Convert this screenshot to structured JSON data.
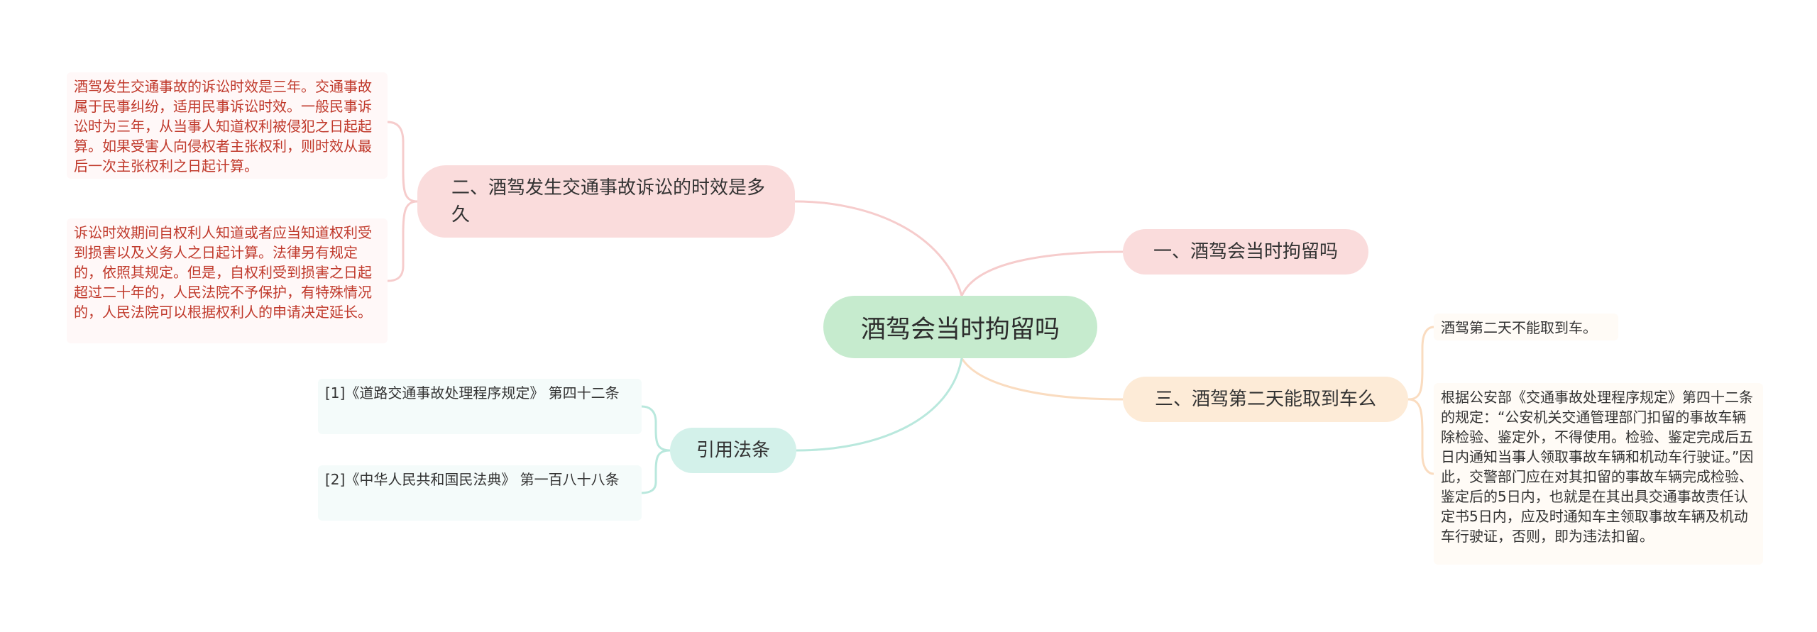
{
  "mindmap": {
    "root": "酒驾会当时拘留吗",
    "branches": [
      {
        "text": "一、酒驾会当时拘留吗",
        "color": "#fadcdc"
      },
      {
        "text": "二、酒驾发生交通事故诉讼的时效是多久",
        "color": "#fadcdc",
        "children": [
          "酒驾发生交通事故的诉讼时效是三年。交通事故属于民事纠纷，适用民事诉讼时效。一般民事诉讼时为三年，从当事人知道权利被侵犯之日起起算。如果受害人向侵权者主张权利，则时效从最后一次主张权利之日起计算。",
          "诉讼时效期间自权利人知道或者应当知道权利受到损害以及义务人之日起计算。法律另有规定的，依照其规定。但是，自权利受到损害之日起超过二十年的，人民法院不予保护，有特殊情况的，人民法院可以根据权利人的申请决定延长。"
        ]
      },
      {
        "text": "三、酒驾第二天能取到车么",
        "color": "#fdebd7",
        "children": [
          "酒驾第二天不能取到车。",
          "根据公安部《交通事故处理程序规定》第四十二条的规定：“公安机关交通管理部门扣留的事故车辆除检验、鉴定外，不得使用。检验、鉴定完成后五日内通知当事人领取事故车辆和机动车行驶证。”因此，交警部门应在对其扣留的事故车辆完成检验、鉴定后的5日内，也就是在其出具交通事故责任认定书5日内，应及时通知车主领取事故车辆及机动车行驶证，否则，即为违法扣留。"
        ]
      },
      {
        "text": "引用法条",
        "color": "#d3f1ea",
        "children": [
          "[1]《道路交通事故处理程序规定》 第四十二条",
          "[2]《中华人民共和国民法典》 第一百八十八条"
        ]
      }
    ],
    "link_colors": {
      "pink": "#f6cccc",
      "orange": "#fadcc0",
      "teal": "#b9e8dd"
    }
  }
}
